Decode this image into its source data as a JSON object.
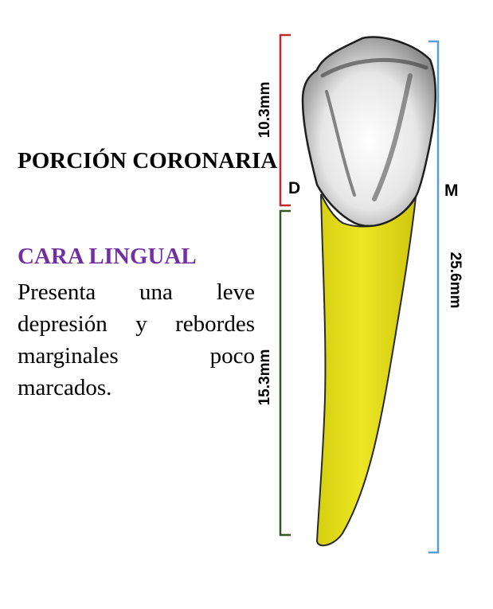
{
  "heading": "PORCIÓN CORONARIA",
  "subheading": "CARA LINGUAL",
  "description": "Presenta una leve depresión y rebordes marginales poco marcados.",
  "labels": {
    "distal": "D",
    "mesial": "M",
    "crown_length": "10.3mm",
    "root_length": "15.3mm",
    "total_length": "25.6mm"
  },
  "colors": {
    "crown_bracket": "#c0272d",
    "root_bracket": "#375623",
    "total_bracket": "#5b9bd5",
    "root_fill": "#e8e020",
    "subheading": "#7030a0"
  }
}
